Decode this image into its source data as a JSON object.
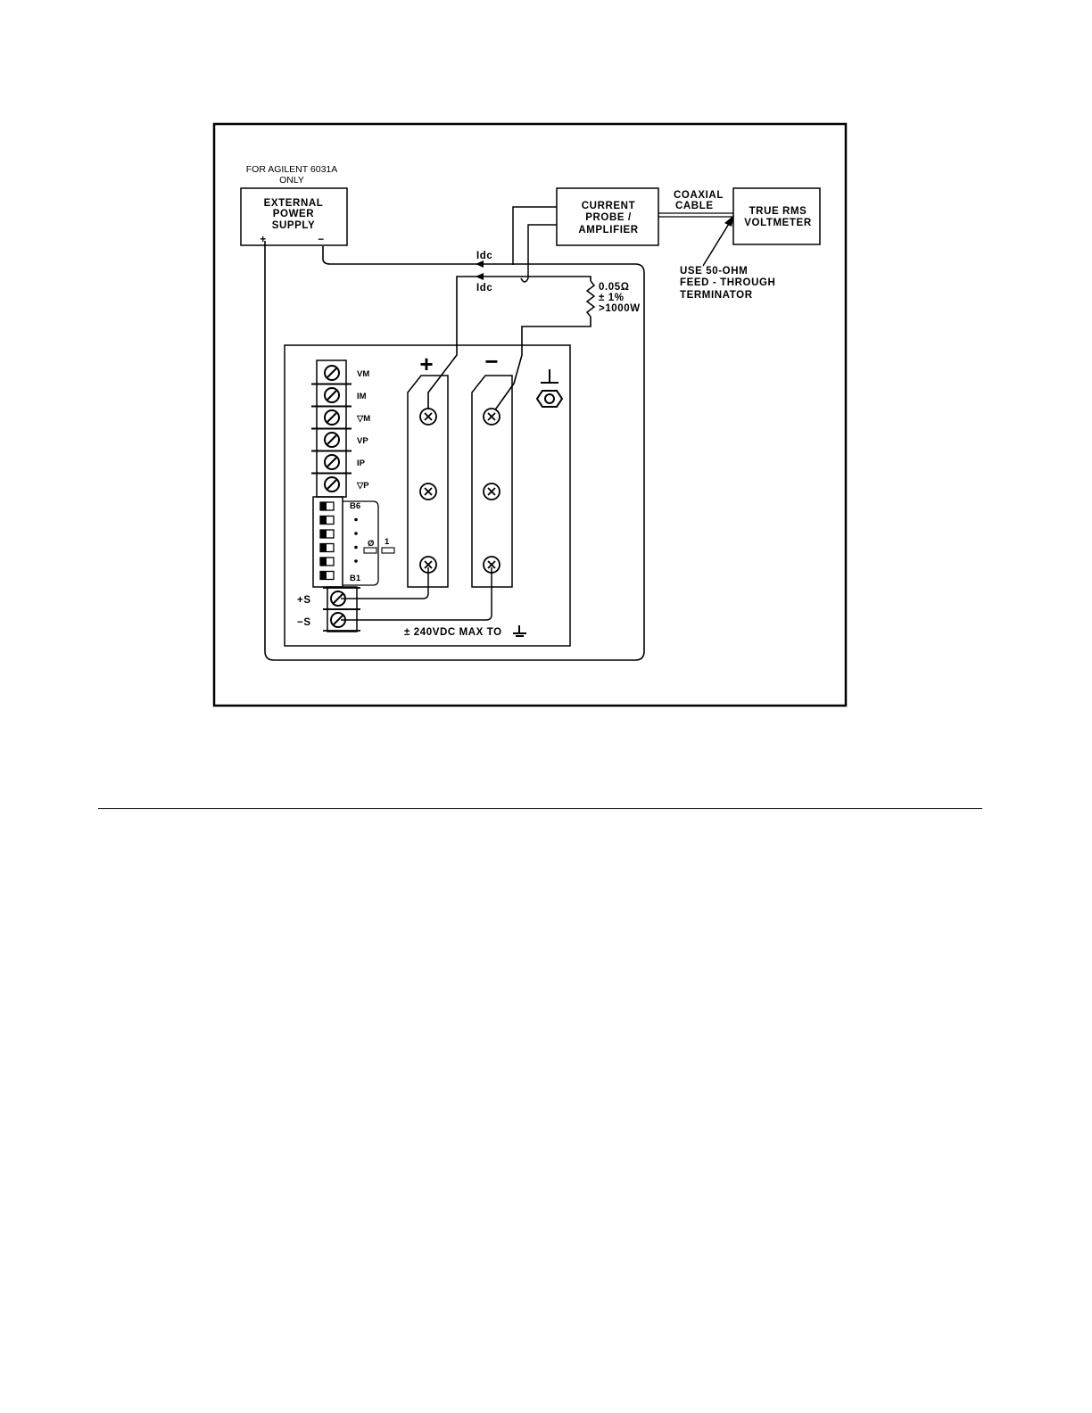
{
  "figure": {
    "note_line1": "FOR AGILENT 6031A",
    "note_line2": "ONLY",
    "ext_supply": {
      "line1": "EXTERNAL",
      "line2": "POWER",
      "line3": "SUPPLY",
      "plus": "+",
      "minus": "−"
    },
    "probe": {
      "line1": "CURRENT",
      "line2": "PROBE /",
      "line3": "AMPLIFIER"
    },
    "voltmeter": {
      "line1": "TRUE RMS",
      "line2": "VOLTMETER"
    },
    "coax": {
      "line1": "COAXIAL",
      "line2": "CABLE"
    },
    "terminator": {
      "line1": "USE 50-OHM",
      "line2": "FEED - THROUGH",
      "line3": "TERMINATOR"
    },
    "idc_top": "Idc",
    "idc_bottom": "Idc",
    "resistor": {
      "line1": "0.05Ω",
      "line2": "± 1%",
      "line3": ">1000W"
    },
    "output_plus": "+",
    "output_minus": "−",
    "terminals": [
      "VM",
      "IM",
      "▽M",
      "VP",
      "IP",
      "▽P"
    ],
    "switch_top": "B6",
    "switch_bottom": "B1",
    "switch_zero": "Ø",
    "switch_one": "1",
    "sense_plus": "+S",
    "sense_minus": "−S",
    "max_rating": "± 240VDC MAX TO"
  }
}
